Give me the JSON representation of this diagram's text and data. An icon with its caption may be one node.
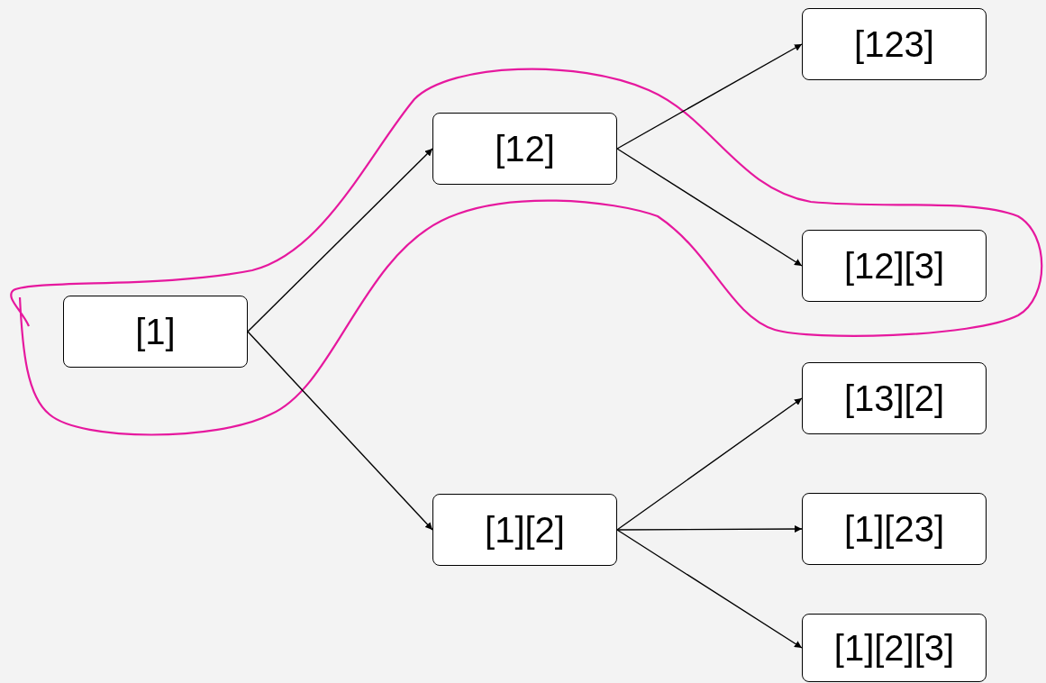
{
  "diagram": {
    "nodes": [
      {
        "text": [
          "[1]"
        ]
      },
      {
        "text": [
          "[12]"
        ]
      },
      {
        "text": [
          "[1][2]"
        ]
      },
      {
        "text": [
          "[123]"
        ]
      },
      {
        "text": [
          "[12][3]"
        ]
      },
      {
        "text": [
          "[13][2]"
        ]
      },
      {
        "text": [
          "[1][23]"
        ]
      },
      {
        "text": [
          "[1][2][3]"
        ]
      }
    ],
    "edges": [
      {
        "from": 0,
        "to": 1,
        "arrow": "to"
      },
      {
        "from": 0,
        "to": 2,
        "arrow": "to"
      },
      {
        "from": 1,
        "to": 3,
        "arrow": "to"
      },
      {
        "from": 1,
        "to": 4,
        "arrow": "to"
      },
      {
        "from": 2,
        "to": 5,
        "arrow": "to"
      },
      {
        "from": 2,
        "to": 6,
        "arrow": "to"
      },
      {
        "from": 2,
        "to": 7,
        "arrow": "to"
      }
    ]
  }
}
